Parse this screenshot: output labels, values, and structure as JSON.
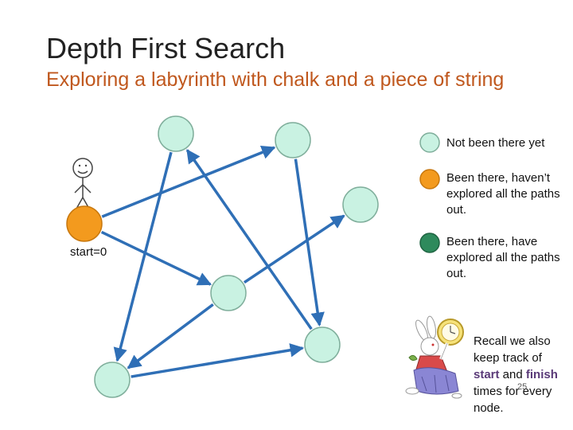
{
  "slide": {
    "title": "Depth First Search",
    "subtitle": "Exploring a labyrinth with chalk and a piece of string",
    "page_number": "25"
  },
  "graph": {
    "start_label": "start=0",
    "nodes": [
      {
        "id": "n0",
        "state": "in-progress"
      },
      {
        "id": "n1",
        "state": "unvisited"
      },
      {
        "id": "n2",
        "state": "unvisited"
      },
      {
        "id": "n3",
        "state": "unvisited"
      },
      {
        "id": "n4",
        "state": "unvisited"
      },
      {
        "id": "n5",
        "state": "unvisited"
      },
      {
        "id": "n6",
        "state": "unvisited"
      }
    ],
    "edges": [
      {
        "from": "n0",
        "to": "n2"
      },
      {
        "from": "n0",
        "to": "n4"
      },
      {
        "from": "n1",
        "to": "n6"
      },
      {
        "from": "n5",
        "to": "n1"
      },
      {
        "from": "n2",
        "to": "n5"
      },
      {
        "from": "n4",
        "to": "n3"
      },
      {
        "from": "n6",
        "to": "n5"
      },
      {
        "from": "n4",
        "to": "n6"
      }
    ]
  },
  "legend": [
    {
      "state": "unvisited",
      "label": "Not been there yet"
    },
    {
      "state": "in-progress",
      "label": "Been there, haven’t explored all the paths out."
    },
    {
      "state": "done",
      "label": "Been there, have explored all the paths out."
    }
  ],
  "recall": {
    "part1": "Recall we also keep track of ",
    "start_word": "start",
    "part2": " and ",
    "finish_word": "finish",
    "part3": " times for every node."
  },
  "colors": {
    "unvisited_fill": "#c9f2e2",
    "in_progress_fill": "#f39a1e",
    "done_fill": "#2e8a5c",
    "node_stroke": "#7fae9b",
    "edge": "#2f6fb6",
    "title": "#222222",
    "subtitle": "#c0581e"
  }
}
